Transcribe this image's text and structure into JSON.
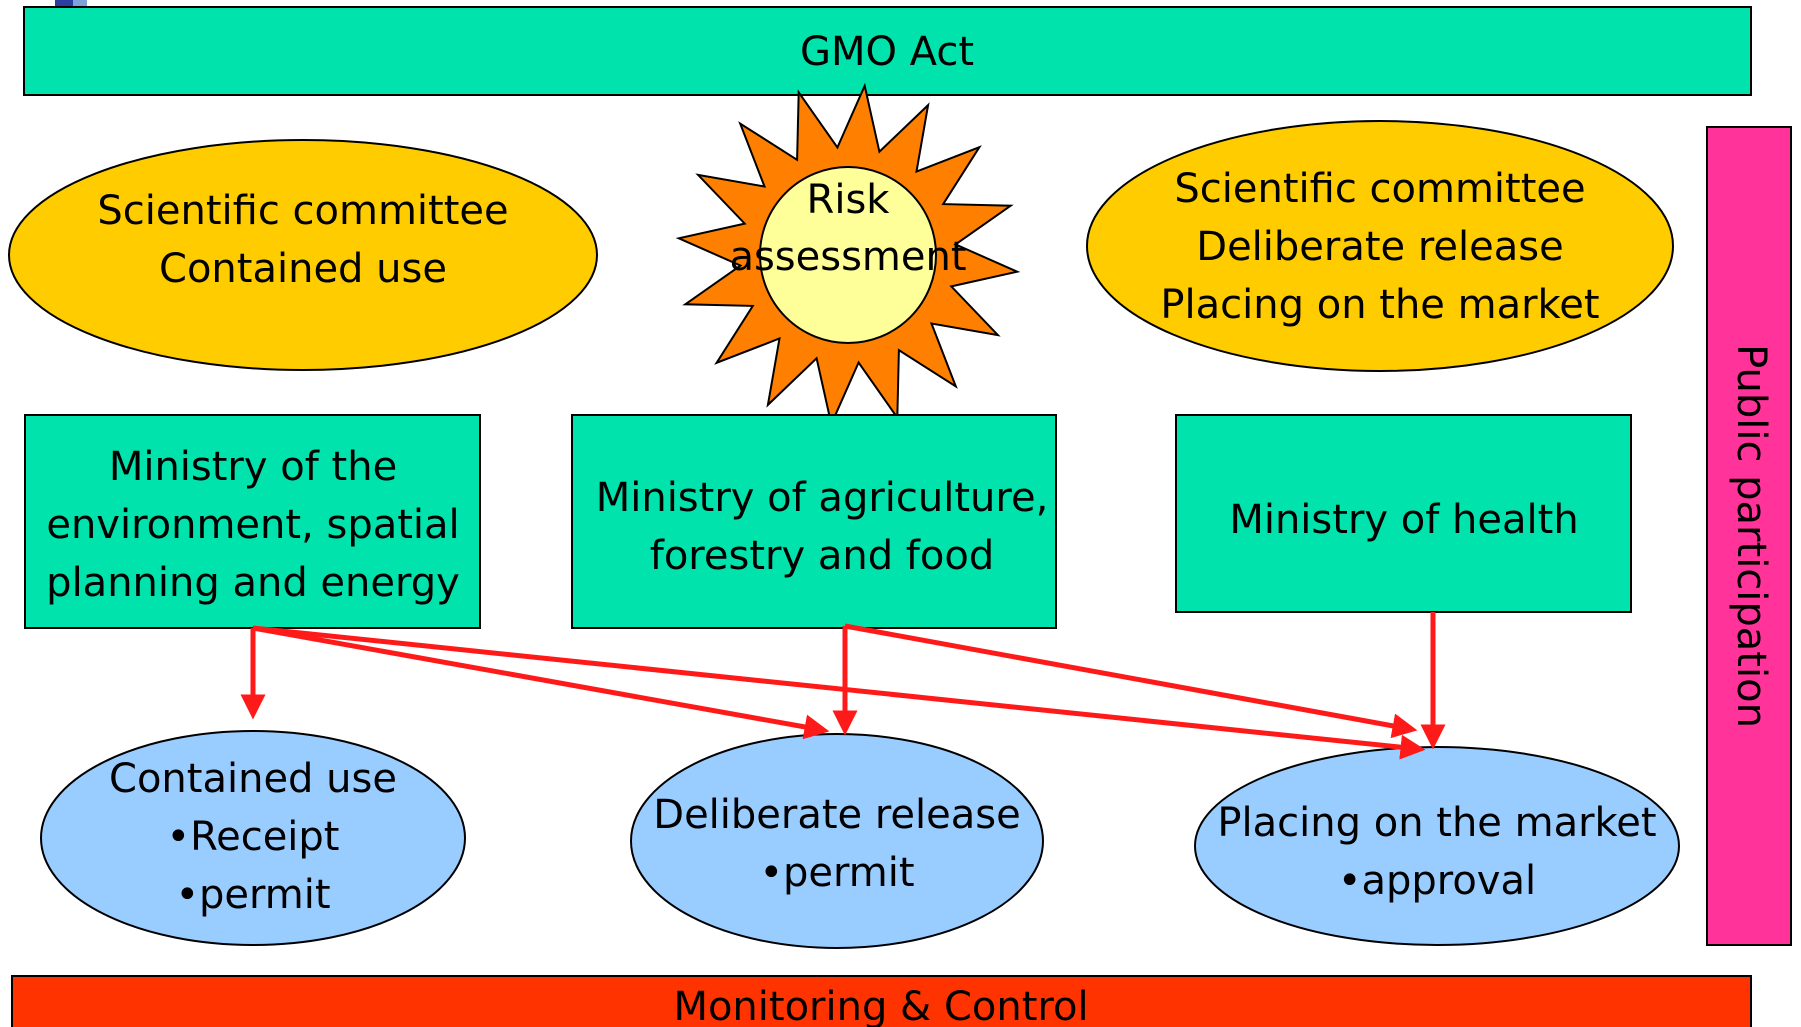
{
  "colors": {
    "teal": "#00E3AC",
    "gold": "#FFCC00",
    "light_blue": "#99CCFF",
    "sun_orange": "#FF8000",
    "sun_core": "#FFFF99",
    "magenta": "#FF3399",
    "red_bar": "#FF3300",
    "arrow_red": "#FF1A1A",
    "logo_blue": "#2B3FA0"
  },
  "gmo_act": "GMO Act",
  "risk_assessment": [
    "Risk",
    "assessment"
  ],
  "committee_left": [
    "Scientific committee",
    "Contained use"
  ],
  "committee_right": [
    "Scientific committee",
    "Deliberate release",
    "Placing on the market"
  ],
  "ministry_env": [
    "Ministry of the",
    "environment, spatial",
    "planning and energy"
  ],
  "ministry_agri": [
    "Ministry of agriculture,",
    "forestry and food"
  ],
  "ministry_health": [
    "Ministry of health"
  ],
  "outcome_contained": [
    "Contained use",
    "•Receipt",
    "•permit"
  ],
  "outcome_release": [
    "Deliberate release",
    "•permit"
  ],
  "outcome_market": [
    "Placing on the market",
    "•approval"
  ],
  "public_participation": "Public participation",
  "monitoring": "Monitoring & Control"
}
